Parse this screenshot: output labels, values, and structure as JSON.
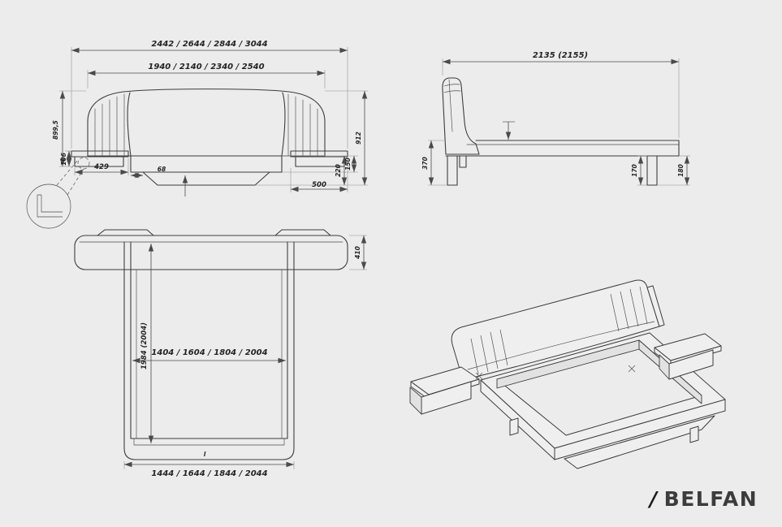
{
  "brand": {
    "slash": "/",
    "name": "BELFAN"
  },
  "front_view": {
    "overall_width": "2442 / 2644 / 2844 / 3044",
    "headboard_width": "1940 / 2140 / 2340 / 2540",
    "height_total": "899,5",
    "nightstand_height": "106",
    "nightstand_width": "429",
    "inset": "68",
    "height_right": "912",
    "rail_height": "150",
    "base_height": "220",
    "nightstand_width_right": "500"
  },
  "side_view": {
    "length": "2135 (2155)",
    "rail_top_height": "370",
    "leg_height": "170",
    "foot_height": "180"
  },
  "top_view": {
    "headboard_depth": "410",
    "inner_length": "1984 (2004)",
    "inner_width": "1404 / 1604 / 1804 / 2004",
    "outer_width": "1444 / 1644 / 1844 / 2044",
    "mark": "l"
  }
}
